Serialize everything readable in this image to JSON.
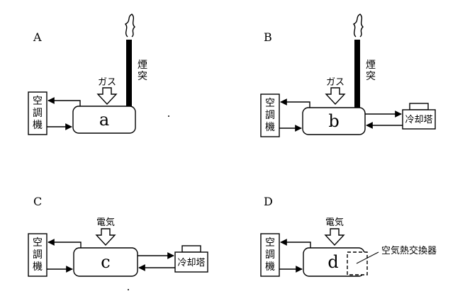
{
  "panels": [
    {
      "label": "A",
      "unit": "a",
      "energy": "ガス",
      "chimney": "煙突",
      "ac_unit": "空調機"
    },
    {
      "label": "B",
      "unit": "b",
      "energy": "ガス",
      "chimney": "煙突",
      "ac_unit": "空調機",
      "cooling_tower": "冷却塔"
    },
    {
      "label": "C",
      "unit": "c",
      "energy": "電気",
      "ac_unit": "空調機",
      "cooling_tower": "冷却塔"
    },
    {
      "label": "D",
      "unit": "d",
      "energy": "電気",
      "ac_unit": "空調機",
      "heat_exchanger": "空気熱交換器"
    }
  ]
}
